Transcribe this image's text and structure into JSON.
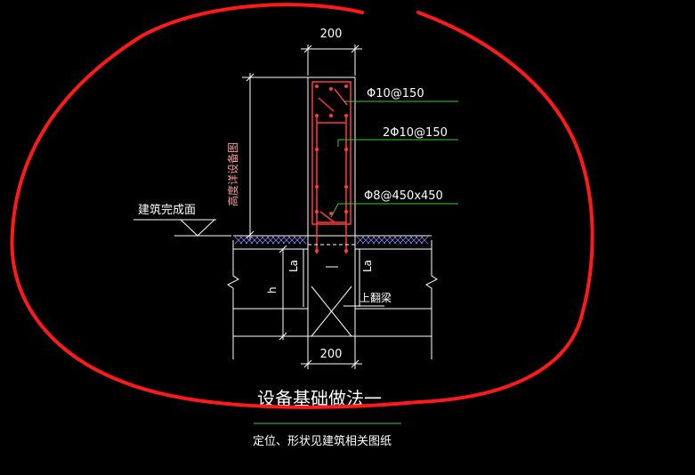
{
  "drawing": {
    "dim_top": "200",
    "dim_bottom": "200",
    "rebar_1": "Φ10@150",
    "rebar_2": "2Φ10@150",
    "rebar_3": "Φ8@450x450",
    "height_note": "高度详设备图",
    "floor_label": "建筑完成面",
    "la_left": "La",
    "la_right": "La",
    "h_label": "h",
    "beam_label": "上翻梁",
    "title": "设备基础做法一",
    "subtitle": "定位、形状见建筑相关图纸"
  },
  "colors": {
    "background": "#000000",
    "cad_white": "#ffffff",
    "cad_red": "#ff3b3b",
    "cad_green": "#33cc33",
    "cad_pink": "#ff9a9a",
    "hatch_blue": "#8888ff",
    "markup_red": "#ff1a1a"
  }
}
